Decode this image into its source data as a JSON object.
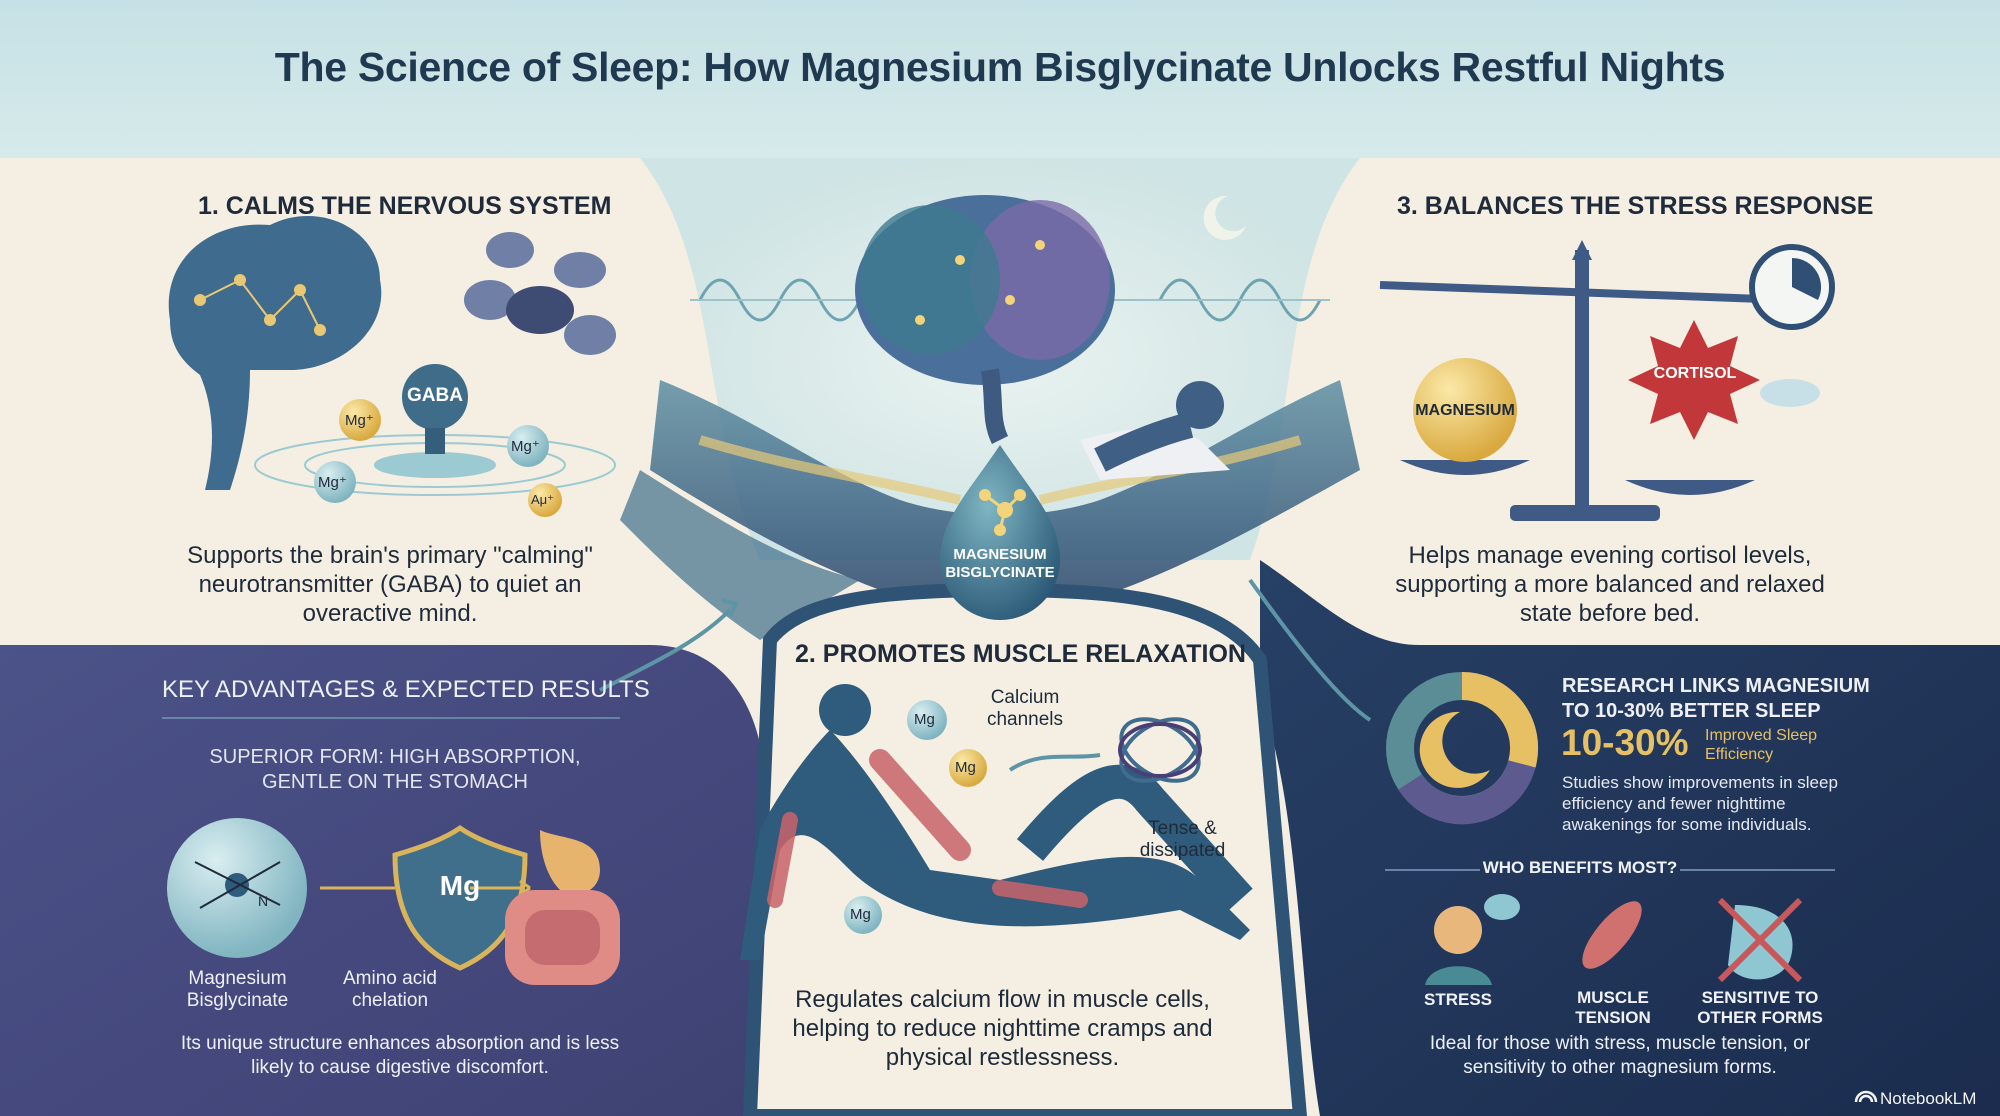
{
  "header": {
    "title": "The Science of Sleep: How Magnesium Bisglycinate Unlocks Restful Nights"
  },
  "section1": {
    "heading": "1. CALMS THE NERVOUS SYSTEM",
    "gaba_label": "GABA",
    "ions": [
      "Mg⁺",
      "Mg⁺",
      "Mg⁺",
      "Aμ⁺"
    ],
    "body": "Supports the brain's primary \"calming\" neurotransmitter (GABA) to quiet an overactive mind."
  },
  "center": {
    "droplet_label_line1": "MAGNESIUM",
    "droplet_label_line2": "BISGLYCINATE"
  },
  "section2": {
    "heading": "2. PROMOTES MUSCLE RELAXATION",
    "mg_labels": [
      "Mg",
      "Mg",
      "Mg"
    ],
    "calcium_label_line1": "Calcium",
    "calcium_label_line2": "channels",
    "tense_label_line1": "Tense &",
    "tense_label_line2": "dissipated",
    "body": "Regulates calcium flow in muscle cells, helping to reduce nighttime cramps and physical restlessness."
  },
  "section3": {
    "heading": "3. BALANCES THE STRESS RESPONSE",
    "magnesium_label": "MAGNESIUM",
    "cortisol_label": "CORTISOL",
    "body": "Helps manage evening cortisol levels, supporting a more balanced and relaxed state before bed."
  },
  "advantages": {
    "heading": "KEY ADVANTAGES & EXPECTED RESULTS",
    "subheading_line1": "SUPERIOR FORM: HIGH ABSORPTION,",
    "subheading_line2": "GENTLE ON THE STOMACH",
    "molecule_label_line1": "Magnesium",
    "molecule_label_line2": "Bisglycinate",
    "molecule_atom": "N",
    "shield_label": "Mg",
    "shield_caption_line1": "Amino acid",
    "shield_caption_line2": "chelation",
    "body": "Its unique structure enhances absorption and is less likely to cause digestive discomfort."
  },
  "research": {
    "heading_line1": "RESEARCH LINKS MAGNESIUM",
    "heading_line2": "TO 10-30% BETTER SLEEP",
    "stat": "10-30%",
    "stat_label_line1": "Improved Sleep",
    "stat_label_line2": "Efficiency",
    "body": "Studies show improvements in sleep efficiency and fewer nighttime awakenings for some individuals.",
    "who_heading": "WHO BENEFITS MOST?",
    "benefits": [
      {
        "icon": "stressed-person-icon",
        "label_line1": "STRESS",
        "label_line2": ""
      },
      {
        "icon": "muscle-icon",
        "label_line1": "MUSCLE",
        "label_line2": "TENSION"
      },
      {
        "icon": "crossed-stomach-icon",
        "label_line1": "SENSITIVE TO",
        "label_line2": "OTHER FORMS"
      }
    ],
    "who_body": "Ideal for those with stress, muscle tension, or sensitivity to other magnesium forms."
  },
  "footer": {
    "brand": "NotebookLM"
  },
  "colors": {
    "header_bg": "#cfe5e8",
    "cream": "#f4efe2",
    "purple_panel": "#434879",
    "navy_panel": "#1e3155",
    "gold": "#e7c063",
    "title": "#1f3a50"
  }
}
